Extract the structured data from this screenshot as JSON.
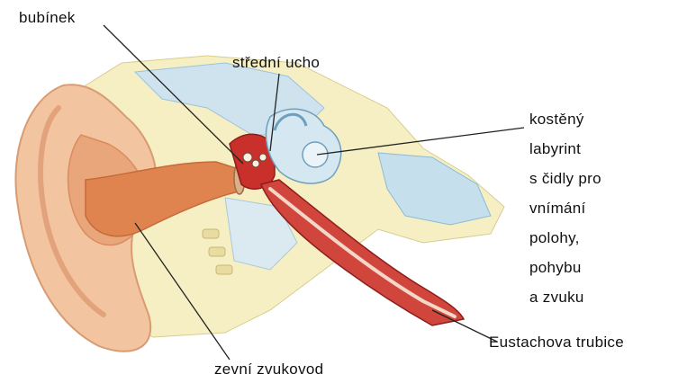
{
  "labels": {
    "eardrum": "bubínek",
    "middle_ear": "střední ucho",
    "labyrinth_lines": [
      "kostěný",
      "labyrint",
      "s čidly pro",
      "vnímání",
      "polohy,",
      "pohybu",
      "a zvuku"
    ],
    "eustachian_tube": "Eustachova trubice",
    "ear_canal": "zevní zvukovod"
  },
  "colors": {
    "skin": "#f1bf9a",
    "skin_dark": "#e08a5a",
    "canal": "#dd7f4e",
    "bone": "#f4eec0",
    "bone_blue": "#bfdbe8",
    "blue_dark": "#7fb1cf",
    "red": "#c9302c",
    "red_dark": "#8f1d1b",
    "line": "#222222"
  }
}
